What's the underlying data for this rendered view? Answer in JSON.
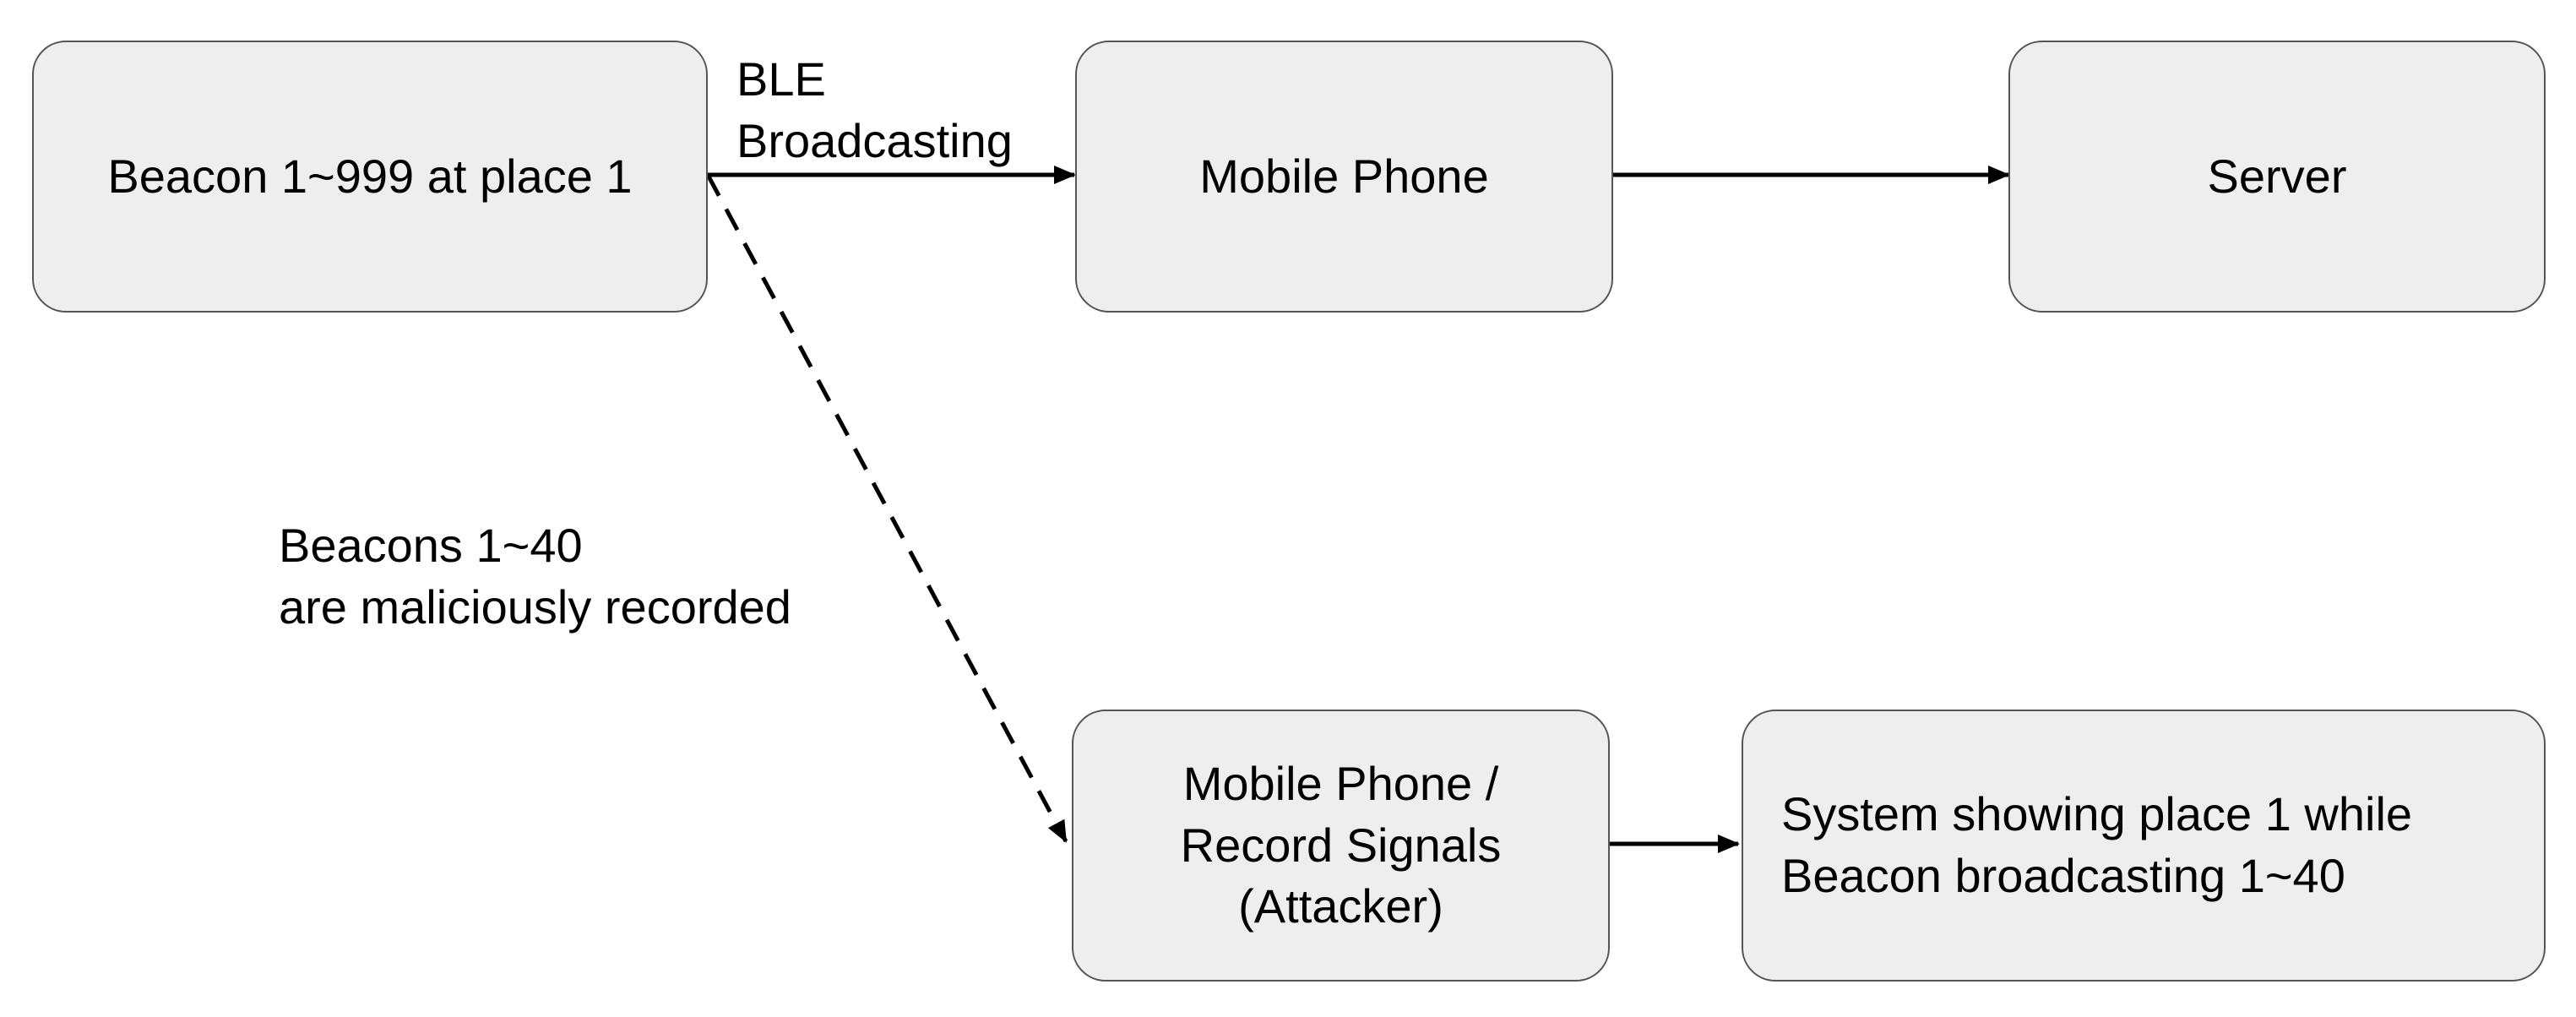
{
  "nodes": {
    "beacon": "Beacon 1~999 at place 1",
    "mobile_phone": "Mobile Phone",
    "server": "Server",
    "attacker": "Mobile Phone /\nRecord Signals\n(Attacker)",
    "system": "System showing place 1 while\nBeacon broadcasting 1~40"
  },
  "edge_labels": {
    "ble": "BLE\nBroadcasting",
    "recorded": "Beacons 1~40\nare maliciously recorded"
  },
  "colors": {
    "node_fill": "#eeeeee",
    "node_border": "#555555",
    "line": "#000000"
  }
}
